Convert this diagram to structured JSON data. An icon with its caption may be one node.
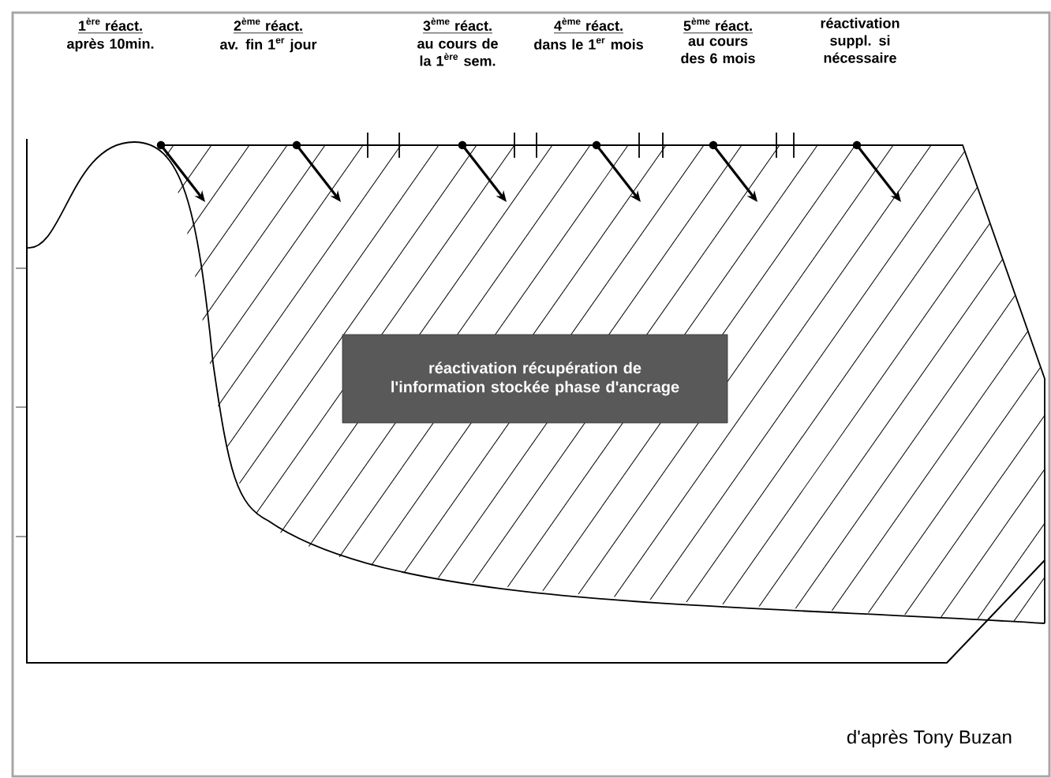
{
  "diagram": {
    "caption": "d'après Tony Buzan",
    "nodes": [
      {
        "text": [
          "réactivation récupération de l'information stockée phase d'ancrage"
        ]
      }
    ],
    "labels": [
      "1$^{ère}$ réact.",
      "après 10min.",
      "2$^{ème}$ réact.",
      "av. fin 1$^{er}$ jour",
      "3$^{ème}$ réact.",
      "au cours de la 1$^{ère}$ sem.",
      "4$^{ème}$ réact.",
      "dans le 1$^{er}$ mois",
      "5$^{ème}$ réact.",
      "au cours des 6 mois",
      "réactivation suppl. si nécessaire"
    ]
  }
}
